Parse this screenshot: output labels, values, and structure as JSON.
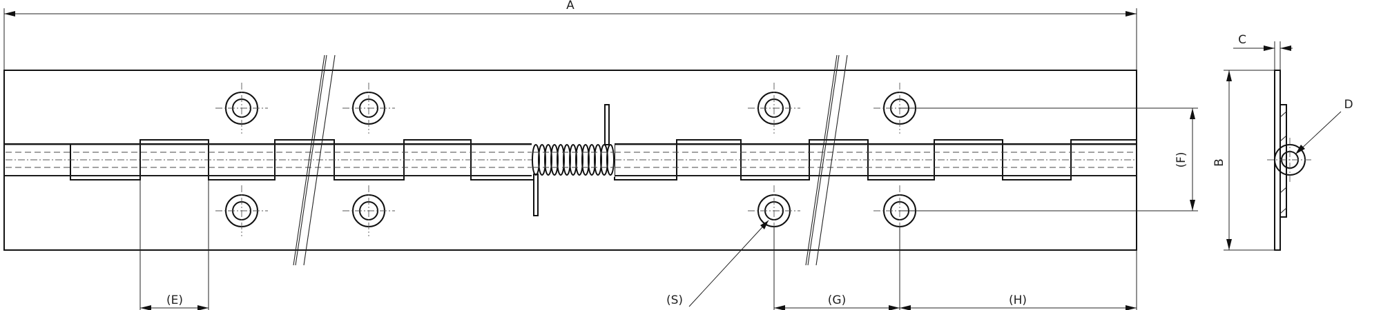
{
  "labels": {
    "a": "A",
    "b": "B",
    "c": "C",
    "d": "D",
    "e": "(E)",
    "f": "(F)",
    "g": "(G)",
    "h": "(H)",
    "s": "(S)"
  },
  "colors": {
    "line": "#111111",
    "background": "#ffffff"
  }
}
